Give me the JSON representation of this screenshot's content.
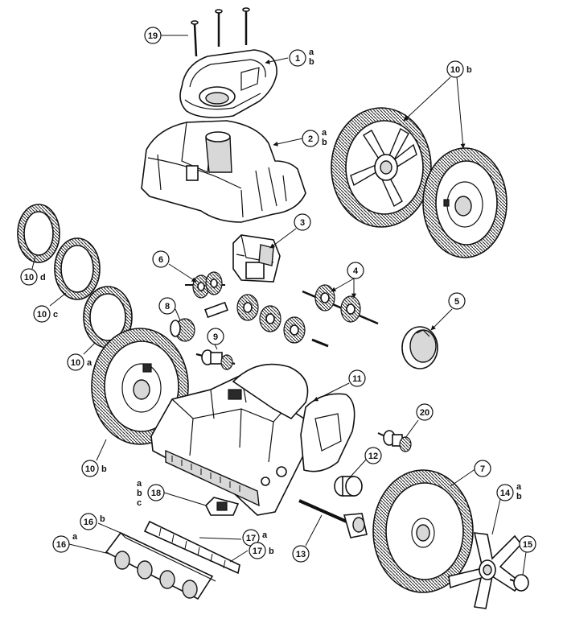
{
  "callouts": {
    "c19": {
      "num": "19",
      "suffix": ""
    },
    "c1": {
      "num": "1",
      "suffix": "a\nb"
    },
    "c2": {
      "num": "2",
      "suffix": "a\nb"
    },
    "c10b_top": {
      "num": "10",
      "suffix": "b"
    },
    "c3": {
      "num": "3",
      "suffix": ""
    },
    "c6": {
      "num": "6",
      "suffix": ""
    },
    "c4": {
      "num": "4",
      "suffix": ""
    },
    "c10d": {
      "num": "10",
      "suffix": "d"
    },
    "c10c": {
      "num": "10",
      "suffix": "c"
    },
    "c8": {
      "num": "8",
      "suffix": ""
    },
    "c5": {
      "num": "5",
      "suffix": ""
    },
    "c10a": {
      "num": "10",
      "suffix": "a"
    },
    "c9": {
      "num": "9",
      "suffix": ""
    },
    "c11": {
      "num": "11",
      "suffix": ""
    },
    "c20": {
      "num": "20",
      "suffix": ""
    },
    "c10b_left": {
      "num": "10",
      "suffix": "b"
    },
    "c12": {
      "num": "12",
      "suffix": ""
    },
    "c7": {
      "num": "7",
      "suffix": ""
    },
    "c18": {
      "num": "18",
      "suffix": "a\nb\nc"
    },
    "c14": {
      "num": "14",
      "suffix": "a\nb"
    },
    "c16b": {
      "num": "16",
      "suffix": "b"
    },
    "c17a": {
      "num": "17",
      "suffix": "a"
    },
    "c16a": {
      "num": "16",
      "suffix": "a"
    },
    "c17b": {
      "num": "17",
      "suffix": "b"
    },
    "c13": {
      "num": "13",
      "suffix": ""
    },
    "c15": {
      "num": "15",
      "suffix": ""
    }
  }
}
